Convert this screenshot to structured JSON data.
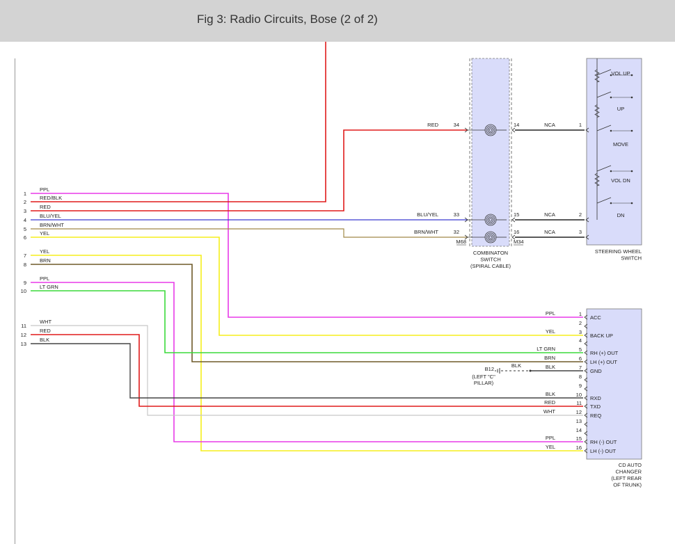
{
  "title": "Fig 3: Radio Circuits, Bose (2 of 2)",
  "colors": {
    "PPL": "#e83ae8",
    "RED": "#e01a1a",
    "YEL": "#f5ee1a",
    "BRN": "#6e5a28",
    "BRN_WHT": "#a08848",
    "BLU_YEL": "#3a3ad0",
    "LT_GRN": "#3ada3a",
    "WHT": "#c8c8c8",
    "BLK": "#444444",
    "NCA": "#222222",
    "component": "#d9dcfa"
  },
  "left_wires": [
    {
      "pin": "1",
      "label": "PPL",
      "color": "PPL"
    },
    {
      "pin": "2",
      "label": "RED/BLK",
      "color": "RED"
    },
    {
      "pin": "3",
      "label": "RED",
      "color": "RED"
    },
    {
      "pin": "4",
      "label": "BLU/YEL",
      "color": "BLU_YEL"
    },
    {
      "pin": "5",
      "label": "BRN/WHT",
      "color": "BRN_WHT"
    },
    {
      "pin": "6",
      "label": "YEL",
      "color": "YEL"
    },
    {
      "pin": "7",
      "label": "YEL",
      "color": "YEL"
    },
    {
      "pin": "8",
      "label": "BRN",
      "color": "BRN"
    },
    {
      "pin": "9",
      "label": "PPL",
      "color": "PPL"
    },
    {
      "pin": "10",
      "label": "LT GRN",
      "color": "LT_GRN"
    },
    {
      "pin": "11",
      "label": "WHT",
      "color": "WHT"
    },
    {
      "pin": "12",
      "label": "RED",
      "color": "RED"
    },
    {
      "pin": "13",
      "label": "BLK",
      "color": "BLK"
    }
  ],
  "combination_switch": {
    "name_lines": [
      "COMBINATON",
      "SWITCH",
      "(SPIRAL CABLE)"
    ],
    "left_connector": "M68",
    "right_connector": "M34",
    "circuits": [
      {
        "in_pin": "34",
        "in_label": "RED",
        "in_color": "RED",
        "out_pin": "14",
        "out_label": "NCA",
        "sw_pin": "1"
      },
      {
        "in_pin": "33",
        "in_label": "BLU/YEL",
        "in_color": "BLU_YEL",
        "out_pin": "15",
        "out_label": "NCA",
        "sw_pin": "2"
      },
      {
        "in_pin": "32",
        "in_label": "BRN/WHT",
        "in_color": "BRN_WHT",
        "out_pin": "16",
        "out_label": "NCA",
        "sw_pin": "3"
      }
    ]
  },
  "steering_wheel_switch": {
    "name_lines": [
      "STEERING WHEEL",
      "SWITCH"
    ],
    "labels": [
      "VOL UP",
      "UP",
      "MOVE",
      "VOL DN",
      "DN"
    ]
  },
  "cd_changer": {
    "name_lines": [
      "CD AUTO",
      "CHANGER",
      "(LEFT REAR",
      "OF TRUNK)"
    ],
    "pins": [
      {
        "pin": "1",
        "func": "ACC",
        "wire": "PPL",
        "color": "PPL"
      },
      {
        "pin": "2",
        "func": "",
        "wire": "",
        "color": ""
      },
      {
        "pin": "3",
        "func": "BACK UP",
        "wire": "YEL",
        "color": "YEL"
      },
      {
        "pin": "4",
        "func": "",
        "wire": "",
        "color": ""
      },
      {
        "pin": "5",
        "func": "RH (+) OUT",
        "wire": "LT GRN",
        "color": "LT_GRN"
      },
      {
        "pin": "6",
        "func": "LH (+) OUT",
        "wire": "BRN",
        "color": "BRN"
      },
      {
        "pin": "7",
        "func": "GND",
        "wire": "BLK",
        "color": "BLK"
      },
      {
        "pin": "8",
        "func": "",
        "wire": "",
        "color": ""
      },
      {
        "pin": "9",
        "func": "",
        "wire": "",
        "color": ""
      },
      {
        "pin": "10",
        "func": "RXD",
        "wire": "BLK",
        "color": "BLK"
      },
      {
        "pin": "11",
        "func": "TXD",
        "wire": "RED",
        "color": "RED"
      },
      {
        "pin": "12",
        "func": "REQ",
        "wire": "WHT",
        "color": "WHT"
      },
      {
        "pin": "13",
        "func": "",
        "wire": "",
        "color": ""
      },
      {
        "pin": "14",
        "func": "",
        "wire": "",
        "color": ""
      },
      {
        "pin": "15",
        "func": "RH (-) OUT",
        "wire": "PPL",
        "color": "PPL"
      },
      {
        "pin": "16",
        "func": "LH (-) OUT",
        "wire": "YEL",
        "color": "YEL"
      }
    ]
  },
  "ground": {
    "id": "B12",
    "wire": "BLK",
    "location_lines": [
      "(LEFT \"C\"",
      "PILLAR)"
    ]
  }
}
